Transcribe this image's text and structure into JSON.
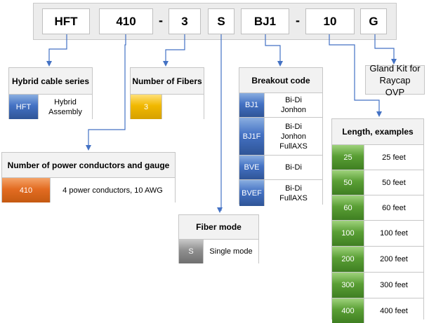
{
  "part_number": {
    "segments": [
      "HFT",
      "410",
      "3",
      "S",
      "BJ1",
      "10",
      "G"
    ],
    "separator": "-"
  },
  "hybrid_series": {
    "title": "Hybrid cable series",
    "code": "HFT",
    "desc": "Hybrid Assembly"
  },
  "fibers": {
    "title": "Number of Fibers",
    "code": "3"
  },
  "power": {
    "title": "Number of power conductors and gauge",
    "code": "410",
    "desc": "4 power conductors, 10 AWG"
  },
  "fiber_mode": {
    "title": "Fiber mode",
    "code": "S",
    "desc": "Single mode"
  },
  "breakout": {
    "title": "Breakout code",
    "rows": [
      {
        "code": "BJ1",
        "desc": "Bi-Di Jonhon"
      },
      {
        "code": "BJ1F",
        "desc": "Bi-Di Jonhon FullAXS"
      },
      {
        "code": "BVE",
        "desc": "Bi-Di"
      },
      {
        "code": "BVEF",
        "desc": "Bi-Di FullAXS"
      }
    ]
  },
  "gland": {
    "text": "Gland Kit for Raycap OVP"
  },
  "length": {
    "title": "Length, examples",
    "rows": [
      {
        "code": "25",
        "desc": "25 feet"
      },
      {
        "code": "50",
        "desc": "50 feet"
      },
      {
        "code": "60",
        "desc": "60 feet"
      },
      {
        "code": "100",
        "desc": "100 feet"
      },
      {
        "code": "200",
        "desc": "200 feet"
      },
      {
        "code": "300",
        "desc": "300 feet"
      },
      {
        "code": "400",
        "desc": "400 feet"
      }
    ]
  },
  "colors": {
    "connector": "#4472c4",
    "series_code": "#4472c4",
    "power_code": "#e36c22",
    "fiber_code": "#f1b800",
    "mode_code": "#8f8f8f",
    "length_code": "#5a9f35"
  }
}
